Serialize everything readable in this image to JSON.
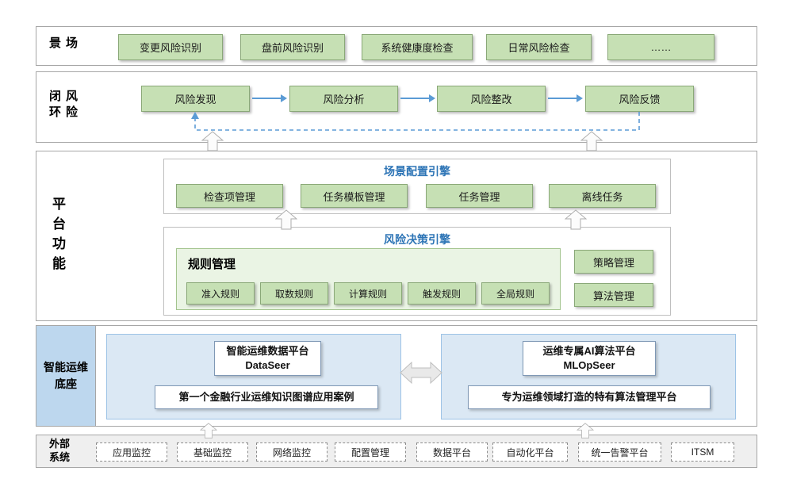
{
  "scenario": {
    "label": "场景",
    "items": [
      "变更风险识别",
      "盘前风险识别",
      "系统健康度检查",
      "日常风险检查",
      "……"
    ]
  },
  "risk_loop": {
    "label": "风险闭环",
    "steps": [
      "风险发现",
      "风险分析",
      "风险整改",
      "风险反馈"
    ]
  },
  "platform": {
    "label": "平台功能",
    "scene_engine": {
      "title": "场景配置引擎",
      "items": [
        "检查项管理",
        "任务模板管理",
        "任务管理",
        "离线任务"
      ]
    },
    "decision_engine": {
      "title": "风险决策引擎",
      "rule_group": {
        "title": "规则管理",
        "items": [
          "准入规则",
          "取数规则",
          "计算规则",
          "触发规则",
          "全局规则"
        ]
      },
      "side_items": [
        "策略管理",
        "算法管理"
      ]
    }
  },
  "aiops_base": {
    "label": "智能运维底座",
    "left": {
      "line1": "智能运维数据平台",
      "line2": "DataSeer",
      "desc": "第一个金融行业运维知识图谱应用案例"
    },
    "right": {
      "line1": "运维专属AI算法平台",
      "line2": "MLOpSeer",
      "desc": "专为运维领域打造的特有算法管理平台"
    }
  },
  "external": {
    "label": "外部系统",
    "items": [
      "应用监控",
      "基础监控",
      "网络监控",
      "配置管理",
      "数据平台",
      "自动化平台",
      "统一告警平台",
      "ITSM"
    ]
  },
  "colors": {
    "green_box": "#c6e0b4",
    "light_green_panel": "#eaf4e4",
    "blue_title": "#2e75b6",
    "blue_panel": "#dbe8f4",
    "blue_panel_border": "#9dc3e6",
    "base_label_fill": "#bdd7ee",
    "external_bar_fill": "#efefef",
    "arrow_blue": "#5b9bd5"
  }
}
